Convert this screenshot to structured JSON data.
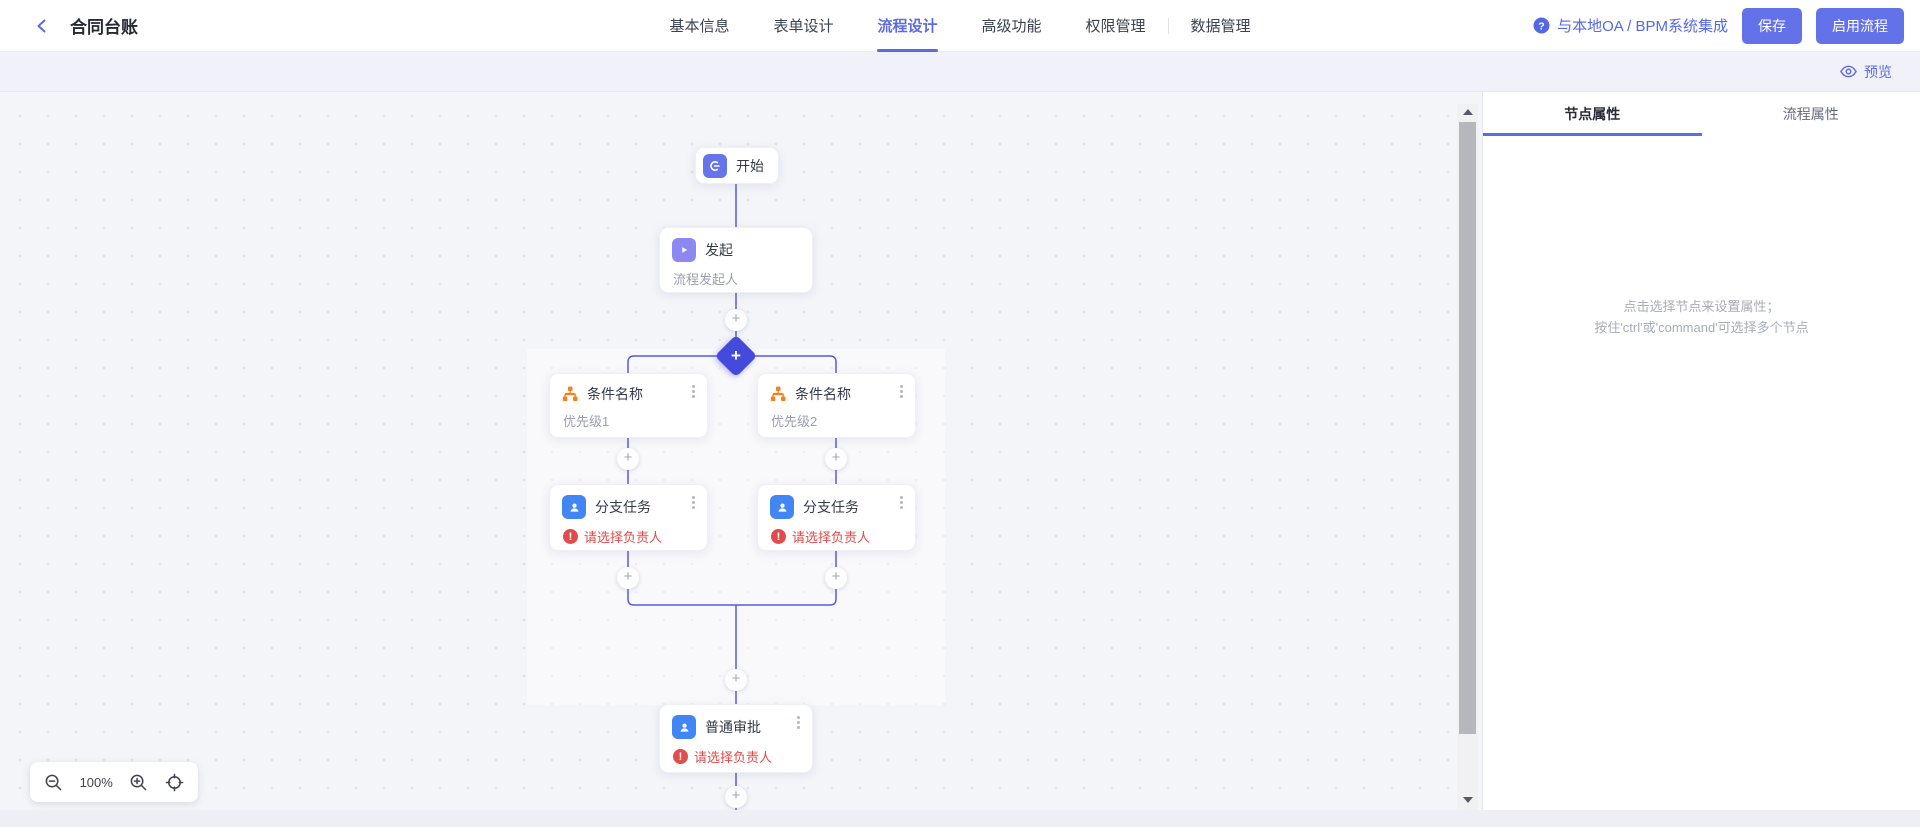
{
  "header": {
    "title": "合同台账",
    "tabs": [
      {
        "label": "基本信息",
        "active": false
      },
      {
        "label": "表单设计",
        "active": false
      },
      {
        "label": "流程设计",
        "active": true
      },
      {
        "label": "高级功能",
        "active": false
      },
      {
        "label": "权限管理",
        "active": false
      },
      {
        "label": "数据管理",
        "active": false
      }
    ],
    "integration_link": "与本地OA / BPM系统集成",
    "save_button": "保存",
    "enable_button": "启用流程"
  },
  "toolbar": {
    "preview_label": "预览"
  },
  "canvas": {
    "nodes": {
      "start": {
        "label": "开始"
      },
      "initiate": {
        "label": "发起",
        "subtitle": "流程发起人"
      },
      "condition1": {
        "label": "条件名称",
        "subtitle": "优先级1"
      },
      "condition2": {
        "label": "条件名称",
        "subtitle": "优先级2"
      },
      "task1": {
        "label": "分支任务",
        "error": "请选择负责人"
      },
      "task2": {
        "label": "分支任务",
        "error": "请选择负责人"
      },
      "approval": {
        "label": "普通审批",
        "error": "请选择负责人"
      }
    },
    "add_node_symbol": "+",
    "add_branch_symbol": "+",
    "error_symbol": "!",
    "zoom": {
      "level": "100%"
    }
  },
  "panel": {
    "tabs": [
      {
        "label": "节点属性",
        "active": true
      },
      {
        "label": "流程属性",
        "active": false
      }
    ],
    "placeholder_line1": "点击选择节点来设置属性；",
    "placeholder_line2": "按住'ctrl'或'command'可选择多个节点"
  },
  "colors": {
    "primary": "#5c6ce0",
    "button": "#6472ea",
    "diamond": "#444bdc",
    "condition_orange": "#f5821f",
    "error_red": "#e14c4c",
    "start_icon_bg": "#6673e9",
    "initiate_icon_bg": "#8d87f2",
    "person_icon_bg": "#4285f4"
  }
}
